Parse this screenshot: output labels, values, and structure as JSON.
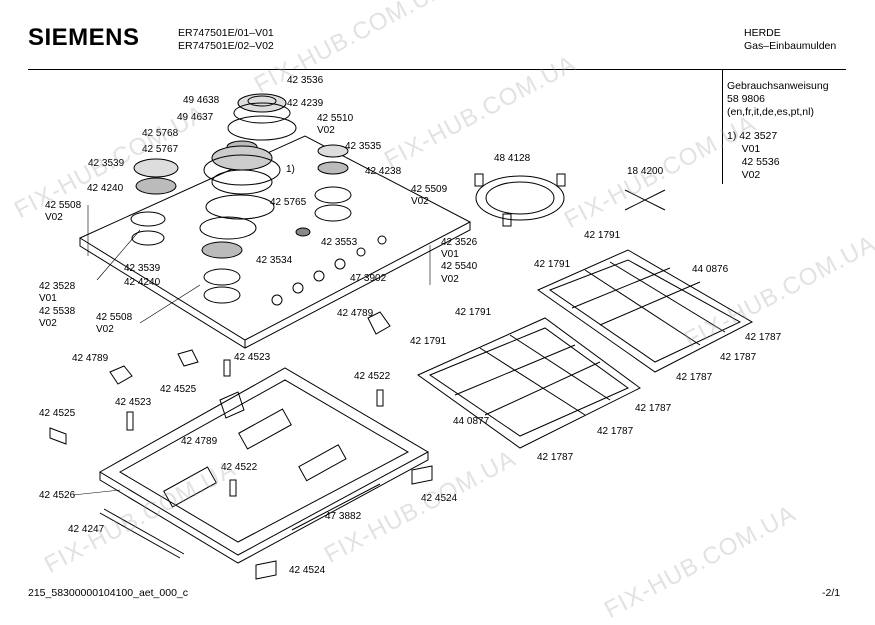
{
  "header": {
    "brand": "SIEMENS",
    "model_lines": [
      "ER747501E/01–V01",
      "ER747501E/02–V02"
    ],
    "category_lines": [
      "HERDE",
      "Gas–Einbaumulden"
    ]
  },
  "notes": {
    "lines": [
      "Gebrauchsanweisung",
      "58 9806",
      "(en,fr,it,de,es,pt,nl)",
      "",
      "1)  42 3527",
      "     V01",
      "     42 5536",
      "     V02"
    ]
  },
  "footer": {
    "doc_id": "215_58300000104100_aet_000_c",
    "page": "-2/1"
  },
  "watermark": "FIX-HUB.COM.UA",
  "part_labels": [
    "42 3536",
    "49 4638",
    "42 4239",
    "49 4637",
    "42 5510",
    "V02",
    "42 5768",
    "42 5767",
    "42 3535",
    "42 3539",
    "42 4238",
    "1)",
    "42 4240",
    "42 5509",
    "V02",
    "42 5508",
    "V02",
    "42 5765",
    "42 3553",
    "42 3526",
    "V01",
    "42 3539",
    "42 3534",
    "42 5540",
    "V02",
    "42 4240",
    "47 3902",
    "42 3528",
    "V01",
    "42 5538",
    "V02",
    "42 5508",
    "V02",
    "48 4128",
    "18 4200",
    "42 1791",
    "42 1791",
    "44 0876",
    "42 4789",
    "42 1791",
    "42 1791",
    "42 1787",
    "42 1787",
    "42 4789",
    "42 4523",
    "42 4522",
    "42 1787",
    "42 4525",
    "42 4523",
    "42 1787",
    "44 0877",
    "42 4525",
    "42 4789",
    "42 1787",
    "42 4522",
    "42 1787",
    "42 4526",
    "47 3882",
    "42 4524",
    "42 4247",
    "42 4524"
  ]
}
